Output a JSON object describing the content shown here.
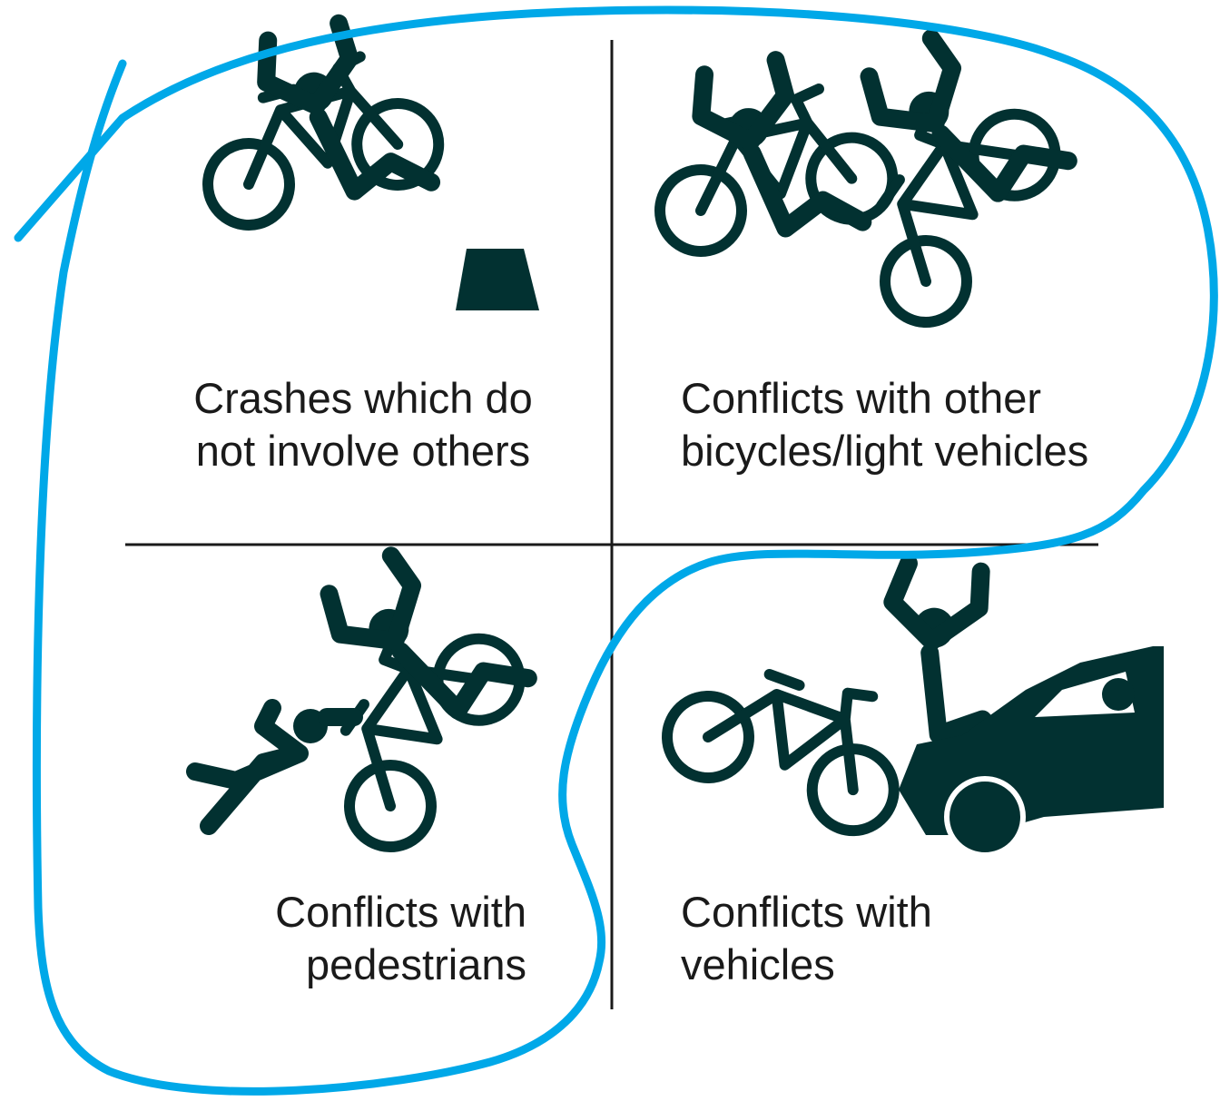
{
  "quadrants": [
    {
      "id": "self",
      "caption_lines": [
        "Crashes which do",
        "not involve others"
      ],
      "pictogram": "cyclist-falling-at-curb-icon"
    },
    {
      "id": "light-vehicles",
      "caption_lines": [
        "Conflicts with other",
        "bicycles/light vehicles"
      ],
      "pictogram": "two-cyclists-colliding-icon"
    },
    {
      "id": "pedestrians",
      "caption_lines": [
        "Conflicts with",
        "pedestrians"
      ],
      "pictogram": "cyclist-hitting-pedestrian-icon"
    },
    {
      "id": "vehicles",
      "caption_lines": [
        "Conflicts with",
        "vehicles"
      ],
      "pictogram": "cyclist-hitting-car-icon"
    }
  ],
  "colors": {
    "pictogram": "#023131",
    "divider": "#1a1a1a",
    "text": "#1a1a1a",
    "annotation": "#00a8e8",
    "background": "#ffffff"
  }
}
